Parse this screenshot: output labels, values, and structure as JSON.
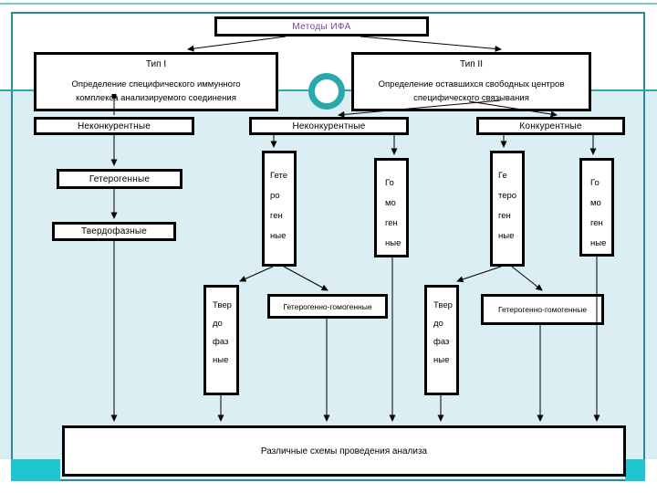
{
  "slide": {
    "title": "Методы ИФА",
    "type1": {
      "heading": "Тип I",
      "body_line1": "Определение специфического иммунного",
      "body_line2": "комплекса анализируемого соединения"
    },
    "type2": {
      "heading": "Тип II",
      "body_line1": "Определение оставшихся свободных центров",
      "body_line2": "специфического связывания"
    },
    "branch_labels": {
      "noncompetitive_left": "Неконкурентные",
      "noncompetitive_center": "Неконкурентные",
      "competitive": "Конкурентные"
    },
    "left_chain": {
      "heterogeneous": "Гетерогенные",
      "solid_phase": "Твердофазные"
    },
    "vertical_boxes": {
      "heterogeneous_1": {
        "lines": [
          "Гете",
          "ро",
          "ген",
          "ные"
        ]
      },
      "homogeneous_1": {
        "lines": [
          "Го",
          "мо",
          "ген",
          "ные"
        ]
      },
      "heterogeneous_2": {
        "lines": [
          "Ге",
          "теро",
          "ген",
          "ные"
        ]
      },
      "homogeneous_2": {
        "lines": [
          "Го",
          "мо",
          "ген",
          "ные"
        ]
      },
      "solid_phase_1": {
        "lines": [
          "Твер",
          "до",
          "фаз",
          "ные"
        ]
      },
      "solid_phase_2": {
        "lines": [
          "Твер",
          "до",
          "фаз",
          "ные"
        ]
      }
    },
    "hetero_homo_1": "Гетерогенно-гомогенные",
    "hetero_homo_2": "Гетерогенно-гомогенные",
    "bottom_label": "Различные схемы проведения анализа",
    "colors": {
      "accent_teal": "#2aa9ad",
      "bright_teal": "#1ec6d2",
      "light_cyan": "#daeef3",
      "frame_border": "#2b8a96",
      "title_purple": "#7b3e9d",
      "box_border": "#000000"
    }
  }
}
